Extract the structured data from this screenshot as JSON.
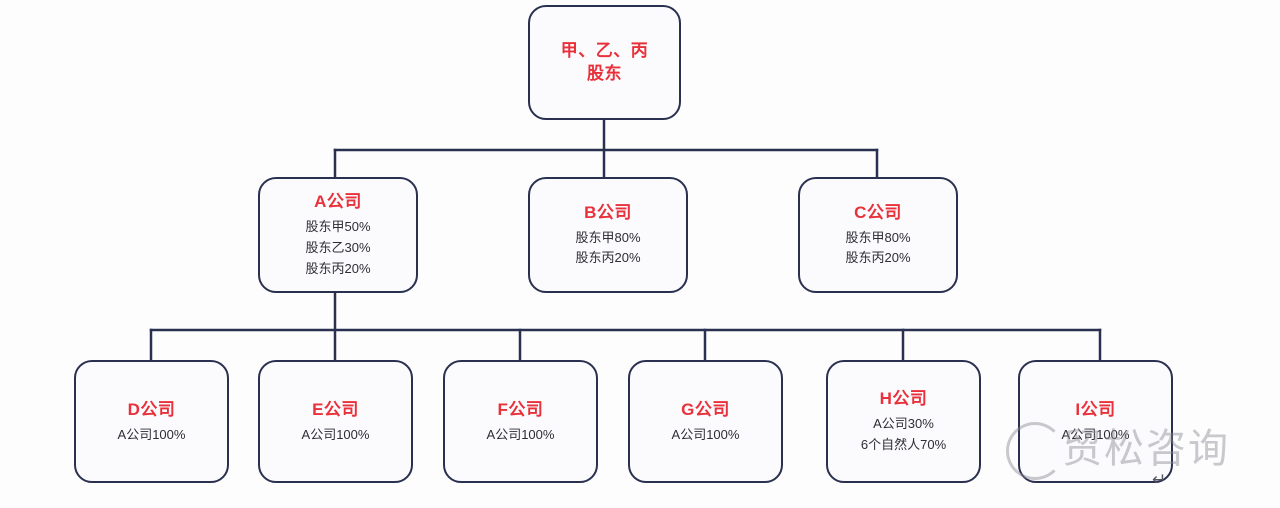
{
  "diagram": {
    "title_node": {
      "line1": "甲、乙、丙",
      "line2": "股东"
    },
    "level2": [
      {
        "name": "A公司",
        "details": [
          "股东甲50%",
          "股东乙30%",
          "股东丙20%"
        ]
      },
      {
        "name": "B公司",
        "details": [
          "股东甲80%",
          "股东丙20%"
        ]
      },
      {
        "name": "C公司",
        "details": [
          "股东甲80%",
          "股东丙20%"
        ]
      }
    ],
    "level3": [
      {
        "name": "D公司",
        "details": [
          "A公司100%"
        ]
      },
      {
        "name": "E公司",
        "details": [
          "A公司100%"
        ]
      },
      {
        "name": "F公司",
        "details": [
          "A公司100%"
        ]
      },
      {
        "name": "G公司",
        "details": [
          "A公司100%"
        ]
      },
      {
        "name": "H公司",
        "details": [
          "A公司30%",
          "6个自然人70%"
        ]
      },
      {
        "name": "I公司",
        "details": [
          "A公司100%"
        ]
      }
    ],
    "watermark": {
      "text": "贸松咨询"
    },
    "paragraph_mark": "↵",
    "colors": {
      "node_border": "#2a3050",
      "node_title": "#e8313b",
      "node_detail": "#2d2d35",
      "connector": "#2a3050",
      "background": "#fdfdfe"
    }
  }
}
